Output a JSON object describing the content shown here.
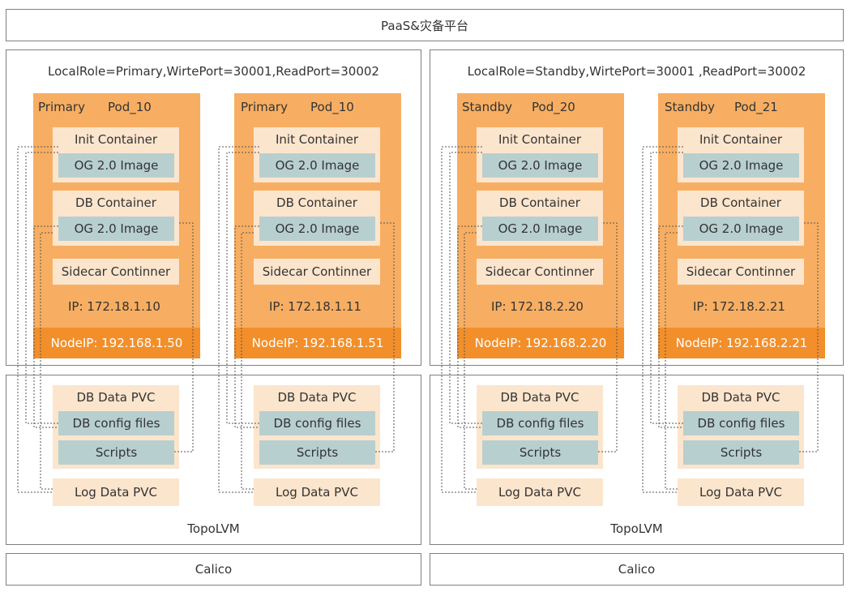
{
  "platform": {
    "label": "PaaS&灾备平台"
  },
  "clusters": [
    {
      "header": "LocalRole=Primary,WirtePort=30001,ReadPort=30002",
      "storage": "TopoLVM",
      "network": "Calico",
      "pods": [
        {
          "role": "Primary",
          "name": "Pod_10",
          "init": "Init Container",
          "image1": "OG 2.0 Image",
          "db": "DB Container",
          "image2": "OG 2.0 Image",
          "sidecar": "Sidecar Continner",
          "ip": "IP: 172.18.1.10",
          "nodeip": "NodeIP: 192.168.1.50",
          "pvc": "DB Data PVC",
          "config": "DB config files",
          "scripts": "Scripts",
          "log": "Log Data PVC"
        },
        {
          "role": "Primary",
          "name": "Pod_10",
          "init": "Init Container",
          "image1": "OG 2.0 Image",
          "db": "DB Container",
          "image2": "OG 2.0 Image",
          "sidecar": "Sidecar Continner",
          "ip": "IP: 172.18.1.11",
          "nodeip": "NodeIP: 192.168.1.51",
          "pvc": "DB Data PVC",
          "config": "DB config files",
          "scripts": "Scripts",
          "log": "Log Data PVC"
        }
      ]
    },
    {
      "header": "LocalRole=Standby,WirtePort=30001 ,ReadPort=30002",
      "storage": "TopoLVM",
      "network": "Calico",
      "pods": [
        {
          "role": "Standby",
          "name": "Pod_20",
          "init": "Init Container",
          "image1": "OG 2.0 Image",
          "db": "DB Container",
          "image2": "OG 2.0 Image",
          "sidecar": "Sidecar Continner",
          "ip": "IP: 172.18.2.20",
          "nodeip": "NodeIP: 192.168.2.20",
          "pvc": "DB Data PVC",
          "config": "DB config files",
          "scripts": "Scripts",
          "log": "Log Data PVC"
        },
        {
          "role": "Standby",
          "name": "Pod_21",
          "init": "Init Container",
          "image1": "OG 2.0 Image",
          "db": "DB Container",
          "image2": "OG 2.0 Image",
          "sidecar": "Sidecar Continner",
          "ip": "IP: 172.18.2.21",
          "nodeip": "NodeIP: 192.168.2.21",
          "pvc": "DB Data PVC",
          "config": "DB config files",
          "scripts": "Scripts",
          "log": "Log Data PVC"
        }
      ]
    }
  ]
}
